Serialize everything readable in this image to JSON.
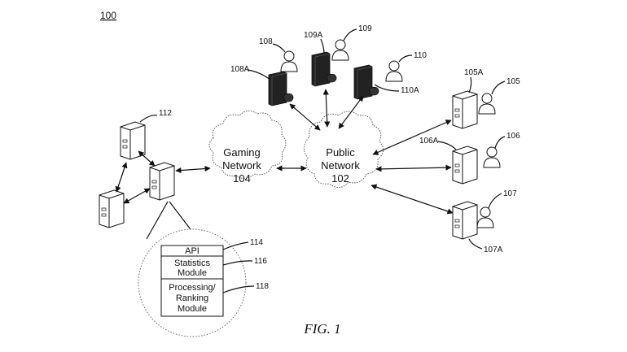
{
  "figure": {
    "ref": "100",
    "caption": "FIG. 1"
  },
  "networks": {
    "gaming": {
      "line1": "Gaming",
      "line2": "Network",
      "line3": "104"
    },
    "public": {
      "line1": "Public",
      "line2": "Network",
      "line3": "102"
    }
  },
  "module_stack": {
    "api": "API",
    "statistics_line1": "Statistics",
    "statistics_line2": "Module",
    "processing_line1": "Processing/",
    "processing_line2": "Ranking",
    "processing_line3": "Module"
  },
  "ref_labels": {
    "r112": "112",
    "r114": "114",
    "r116": "116",
    "r118": "118",
    "r108": "108",
    "r108A": "108A",
    "r109": "109",
    "r109A": "109A",
    "r110": "110",
    "r110A": "110A",
    "r105": "105",
    "r105A": "105A",
    "r106": "106",
    "r106A": "106A",
    "r107": "107",
    "r107A": "107A"
  }
}
